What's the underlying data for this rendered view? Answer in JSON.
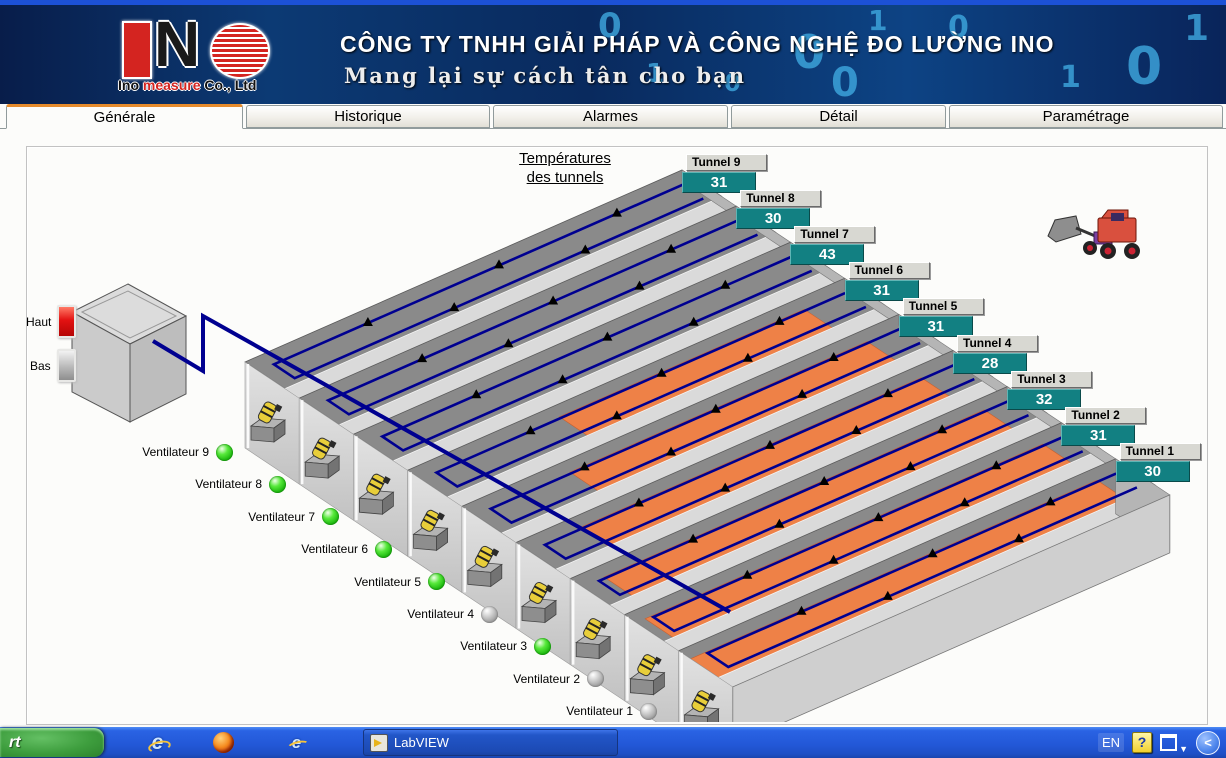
{
  "header": {
    "logo": {
      "caption1": "Ino",
      "caption2": "measure",
      "caption3": "Co., Ltd"
    },
    "company_title": "CÔNG TY TNHH GIẢI PHÁP VÀ CÔNG NGHỆ ĐO LƯỜNG INO",
    "slogan": "Mang lại sự cách tân cho bạn",
    "digits": [
      "0",
      "1",
      "0",
      "0",
      "1",
      "0",
      "1",
      "0",
      "1",
      "0"
    ]
  },
  "tabs": [
    {
      "label": "Générale",
      "active": true
    },
    {
      "label": "Historique",
      "active": false
    },
    {
      "label": "Alarmes",
      "active": false
    },
    {
      "label": "Détail",
      "active": false
    },
    {
      "label": "Paramétrage",
      "active": false
    }
  ],
  "scene": {
    "title": [
      "Températures",
      "des tunnels"
    ],
    "tunnels": [
      {
        "name": "Tunnel 9",
        "temp": "31",
        "orange": false,
        "o0": 0,
        "o1": 0
      },
      {
        "name": "Tunnel 8",
        "temp": "30",
        "orange": false,
        "o0": 0,
        "o1": 0
      },
      {
        "name": "Tunnel 7",
        "temp": "43",
        "orange": false,
        "o0": 0,
        "o1": 0
      },
      {
        "name": "Tunnel 6",
        "temp": "31",
        "orange": true,
        "o0": 0.32,
        "o1": 0.88
      },
      {
        "name": "Tunnel 5",
        "temp": "31",
        "orange": true,
        "o0": 0.22,
        "o1": 0.9
      },
      {
        "name": "Tunnel 4",
        "temp": "28",
        "orange": true,
        "o0": 0.12,
        "o1": 0.9
      },
      {
        "name": "Tunnel 3",
        "temp": "32",
        "orange": true,
        "o0": 0.05,
        "o1": 0.92
      },
      {
        "name": "Tunnel 2",
        "temp": "31",
        "orange": true,
        "o0": 0.02,
        "o1": 0.93
      },
      {
        "name": "Tunnel 1",
        "temp": "30",
        "orange": true,
        "o0": 0.0,
        "o1": 0.93
      }
    ],
    "ventilators": [
      {
        "label": "Ventilateur 9",
        "on": true
      },
      {
        "label": "Ventilateur 8",
        "on": true
      },
      {
        "label": "Ventilateur 7",
        "on": true
      },
      {
        "label": "Ventilateur 6",
        "on": true
      },
      {
        "label": "Ventilateur 5",
        "on": true
      },
      {
        "label": "Ventilateur 4",
        "on": false
      },
      {
        "label": "Ventilateur 3",
        "on": true
      },
      {
        "label": "Ventilateur 2",
        "on": false
      },
      {
        "label": "Ventilateur 1",
        "on": false
      }
    ],
    "levels": [
      {
        "label": "Haut",
        "state": "red"
      },
      {
        "label": "Bas",
        "state": "gray"
      }
    ]
  },
  "colors": {
    "teal_display": "#128082",
    "roof_gray": "#8A8A8A",
    "product_orange": "#EE8147",
    "pipe_navy": "#000090",
    "led_on": "#2FBF18",
    "led_off": "#9A9A9A",
    "alarm_red": "#E31212"
  },
  "taskbar": {
    "start_label": "rt",
    "quick_launch": [
      "internet-explorer",
      "firefox",
      "internet-explorer-launch"
    ],
    "task_label": "LabVIEW",
    "tray_lang": "EN"
  }
}
